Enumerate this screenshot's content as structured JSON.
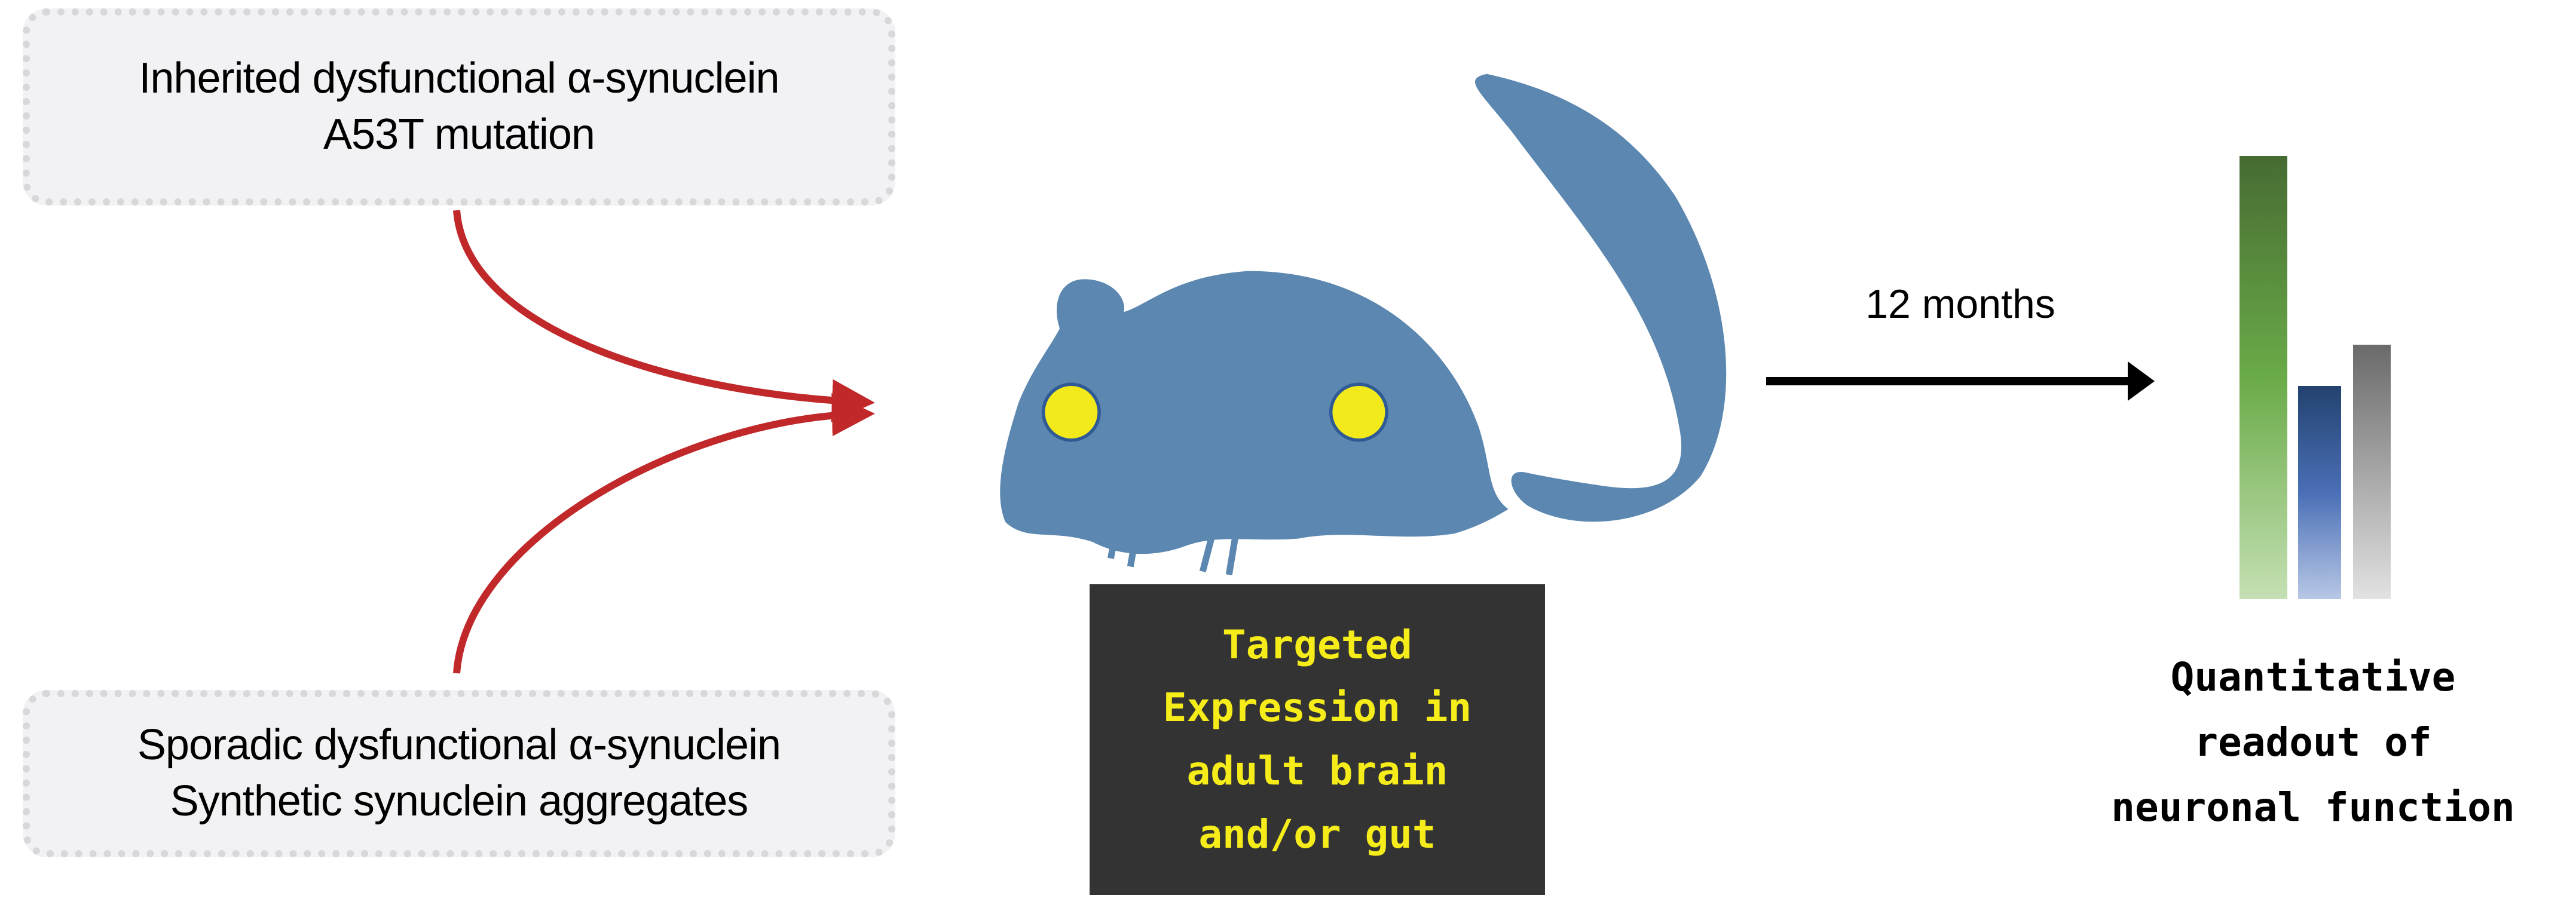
{
  "inputs": {
    "inherited": {
      "line1": "Inherited dysfunctional α-synuclein",
      "line2": "A53T mutation"
    },
    "sporadic": {
      "line1": "Sporadic dysfunctional α-synuclein",
      "line2": "Synthetic synuclein aggregates"
    }
  },
  "model": {
    "lines": [
      "Targeted",
      "Expression in",
      "adult brain",
      "and/or gut"
    ]
  },
  "timeline": {
    "label": "12 months"
  },
  "output": {
    "lines": [
      "Quantitative",
      "readout of",
      "neuronal function"
    ]
  },
  "colors": {
    "arrow_red": "#c0282a",
    "mouse": "#5b87b0",
    "spot": "#f2ea1a",
    "dark_box": "#333333",
    "text_yellow": "#f5ec1a"
  }
}
